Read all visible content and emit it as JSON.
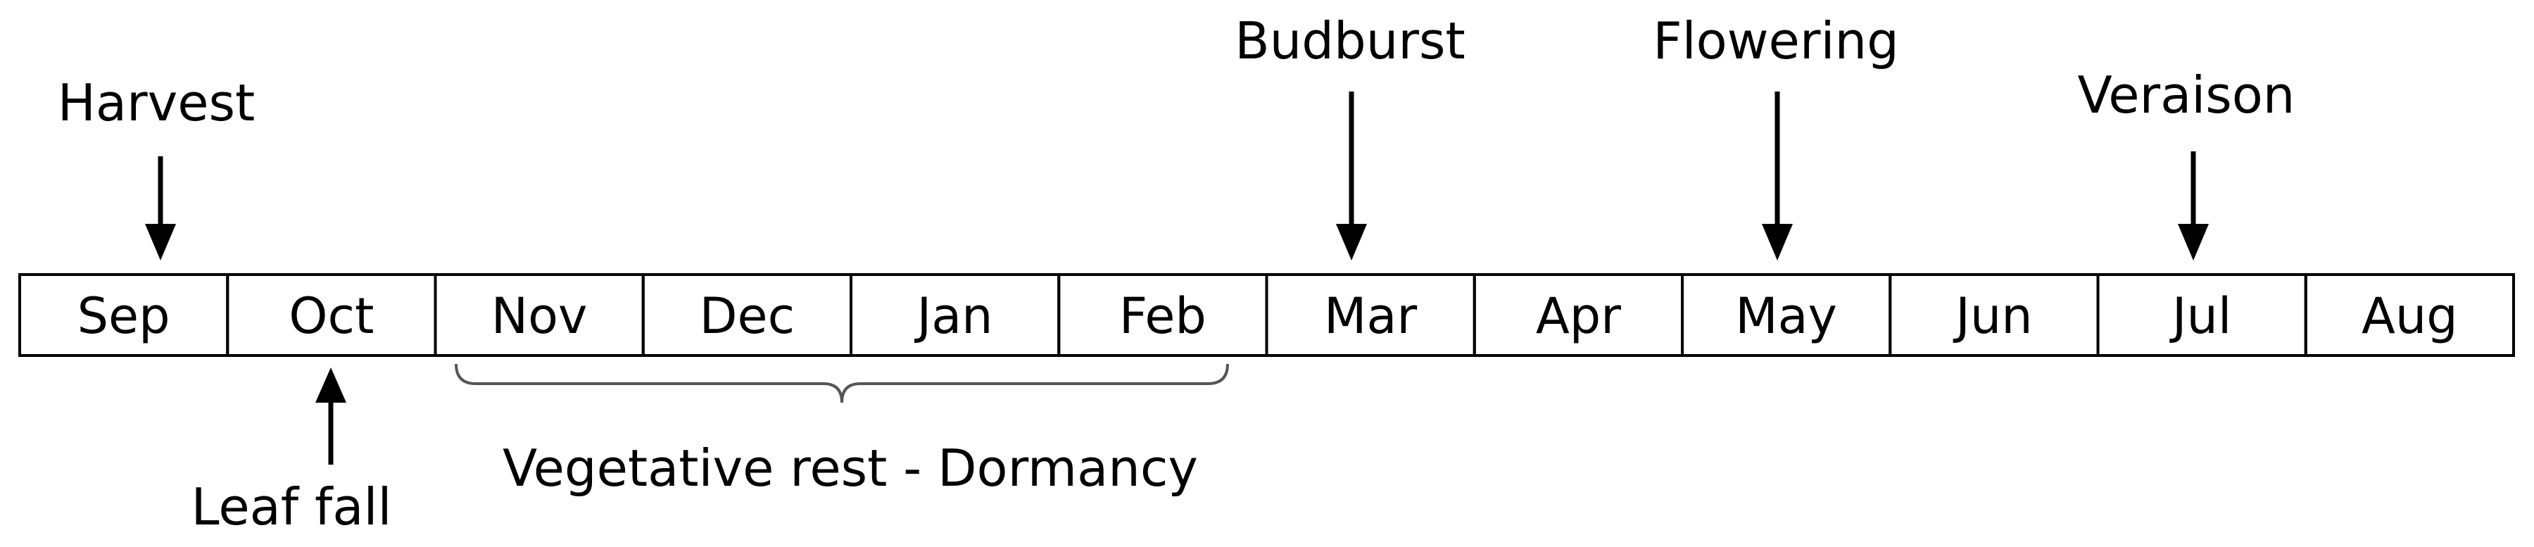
{
  "months": [
    "Sep",
    "Oct",
    "Nov",
    "Dec",
    "Jan",
    "Feb",
    "Mar",
    "Apr",
    "May",
    "Jun",
    "Jul",
    "Aug"
  ],
  "events_above": [
    {
      "label": "Harvest",
      "month": "Sep"
    },
    {
      "label": "Budburst",
      "month": "Mar"
    },
    {
      "label": "Flowering",
      "month": "May"
    },
    {
      "label": "Veraison",
      "month": "Jul"
    }
  ],
  "events_below": [
    {
      "label": "Leaf fall",
      "month": "Oct"
    }
  ],
  "period": {
    "label": "Vegetative rest - Dormancy",
    "start_month": "Nov",
    "end_month": "Feb"
  }
}
